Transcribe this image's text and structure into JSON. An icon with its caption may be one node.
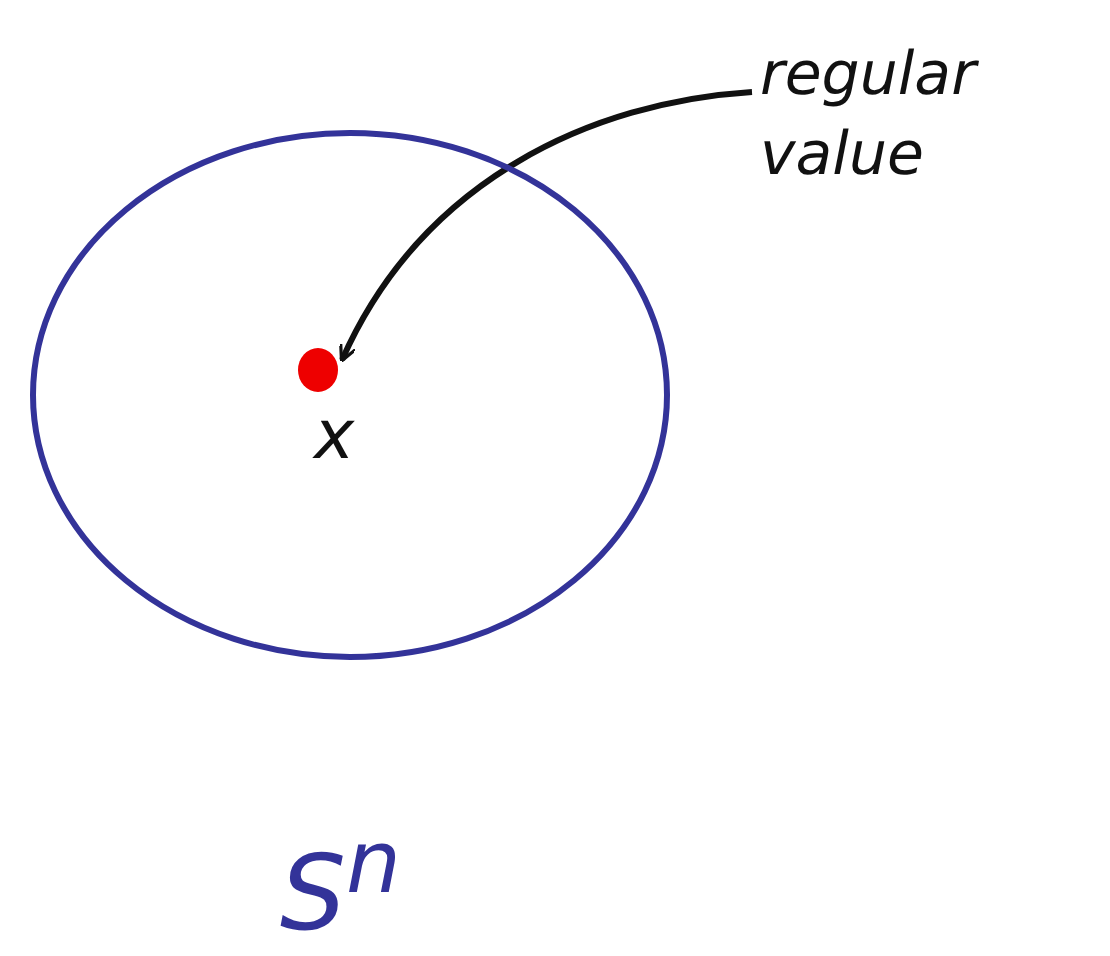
{
  "diagram": {
    "nodes": [
      {
        "text": [],
        "shape": "circle"
      },
      {
        "text": [],
        "shape": "circle",
        "in": 0,
        "beside": [
          "x"
        ]
      },
      {
        "text": [
          "regular value"
        ]
      }
    ],
    "edges": [
      {
        "from": 2,
        "to": 1,
        "arrow": "to"
      }
    ],
    "labels": [
      "S$^{n}$"
    ]
  }
}
